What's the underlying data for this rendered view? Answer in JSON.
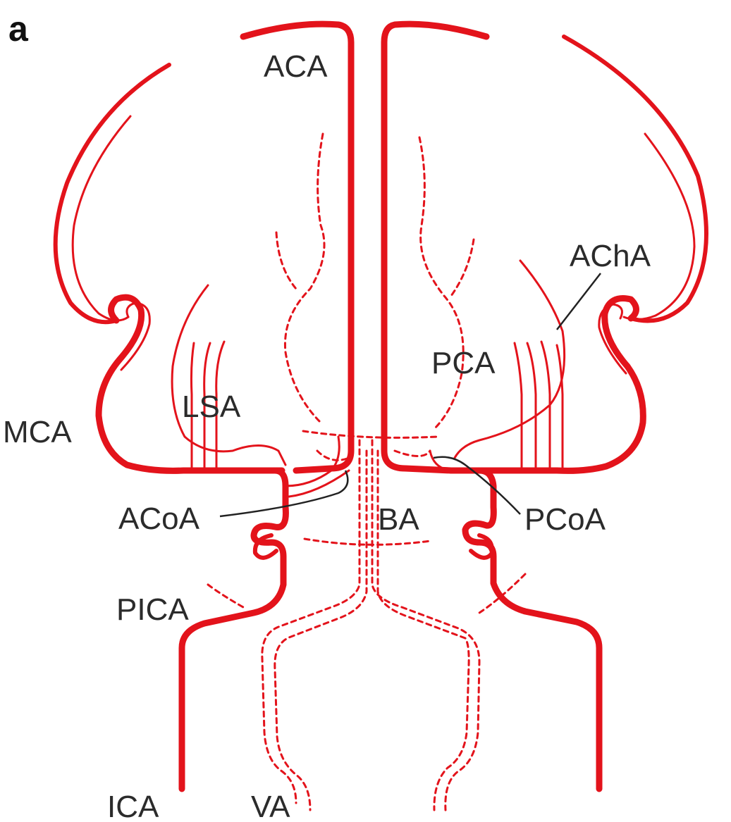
{
  "panel_label": "a",
  "labels": {
    "aca": "ACA",
    "acha": "AChA",
    "pca": "PCA",
    "lsa": "LSA",
    "mca": "MCA",
    "acoa": "ACoA",
    "ba": "BA",
    "pcoa": "PCoA",
    "pica": "PICA",
    "ica": "ICA",
    "va": "VA"
  },
  "colors": {
    "artery": "#e3131b",
    "text": "#2b2b2b",
    "leader": "#222222"
  }
}
